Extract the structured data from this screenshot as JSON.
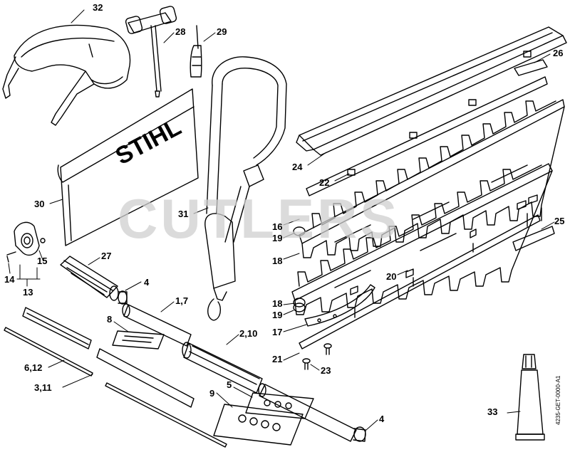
{
  "diagram": {
    "brand_logo_text": "STIHL",
    "watermark_text": "CUTLERS",
    "drawing_code": "4235-GET-0000-A1",
    "part_labels": [
      {
        "id": "32",
        "text": "32"
      },
      {
        "id": "28",
        "text": "28"
      },
      {
        "id": "29",
        "text": "29"
      },
      {
        "id": "26",
        "text": "26"
      },
      {
        "id": "24",
        "text": "24"
      },
      {
        "id": "22",
        "text": "22"
      },
      {
        "id": "30",
        "text": "30"
      },
      {
        "id": "31",
        "text": "31"
      },
      {
        "id": "16",
        "text": "16"
      },
      {
        "id": "19a",
        "text": "19"
      },
      {
        "id": "18a",
        "text": "18"
      },
      {
        "id": "25",
        "text": "25"
      },
      {
        "id": "15",
        "text": "15"
      },
      {
        "id": "27",
        "text": "27"
      },
      {
        "id": "14",
        "text": "14"
      },
      {
        "id": "13",
        "text": "13"
      },
      {
        "id": "4a",
        "text": "4"
      },
      {
        "id": "20",
        "text": "20"
      },
      {
        "id": "1_7",
        "text": "1,7"
      },
      {
        "id": "18b",
        "text": "18"
      },
      {
        "id": "19b",
        "text": "19"
      },
      {
        "id": "8",
        "text": "8"
      },
      {
        "id": "17",
        "text": "17"
      },
      {
        "id": "2_10",
        "text": "2,10"
      },
      {
        "id": "21",
        "text": "21"
      },
      {
        "id": "6_12",
        "text": "6,12"
      },
      {
        "id": "23",
        "text": "23"
      },
      {
        "id": "5",
        "text": "5"
      },
      {
        "id": "3_11",
        "text": "3,11"
      },
      {
        "id": "9",
        "text": "9"
      },
      {
        "id": "33",
        "text": "33"
      },
      {
        "id": "4b",
        "text": "4"
      }
    ]
  }
}
